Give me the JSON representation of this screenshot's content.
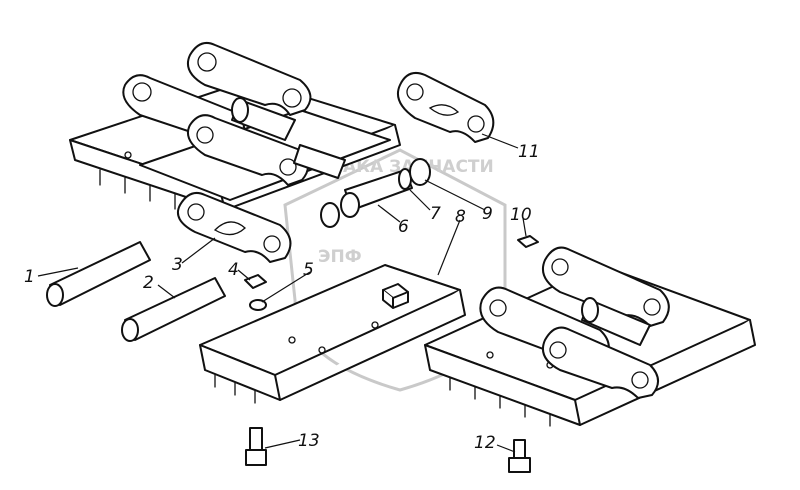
{
  "watermark": {
    "logo_text": "ЭПФ",
    "caption": "ВАКА ЗАПЧАСТИ",
    "color": "#c9c9c9"
  },
  "callouts": [
    "1",
    "2",
    "3",
    "4",
    "5",
    "6",
    "7",
    "8",
    "9",
    "10",
    "11",
    "12",
    "13"
  ],
  "line_color": "#111111"
}
